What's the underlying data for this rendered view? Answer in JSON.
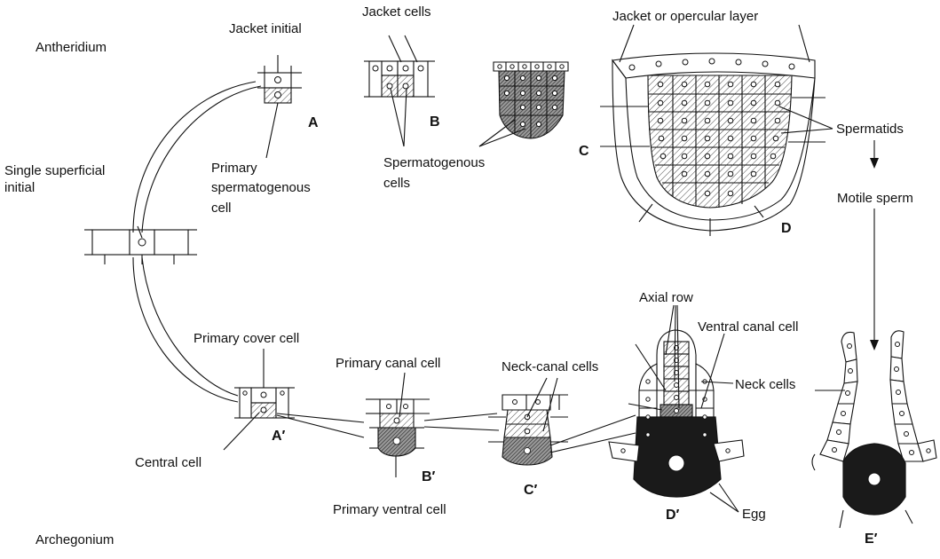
{
  "labels": {
    "antheridium": "Antheridium",
    "archegonium": "Archegonium",
    "single_superficial_1": "Single superficial",
    "single_superficial_2": "initial",
    "jacket_initial": "Jacket initial",
    "primary_sperm_1": "Primary",
    "primary_sperm_2": "spermatogenous",
    "primary_sperm_3": "cell",
    "jacket_cells": "Jacket cells",
    "spermatogenous_1": "Spermatogenous",
    "spermatogenous_2": "cells",
    "jacket_opercular": "Jacket or opercular layer",
    "spermatids": "Spermatids",
    "motile_sperm": "Motile sperm",
    "primary_cover_cell": "Primary  cover  cell",
    "central_cell": "Central cell",
    "primary_canal_cell": "Primary canal cell",
    "primary_ventral_cell": "Primary ventral cell",
    "neck_canal_cells": "Neck-canal cells",
    "axial_row": "Axial row",
    "ventral_canal_cell": "Ventral canal cell",
    "neck_cells": "Neck cells",
    "egg": "Egg"
  },
  "stages": {
    "A": "A",
    "B": "B",
    "C": "C",
    "D": "D",
    "A_prime": "A′",
    "B_prime": "B′",
    "C_prime": "C′",
    "D_prime": "D′",
    "E_prime": "E′"
  }
}
